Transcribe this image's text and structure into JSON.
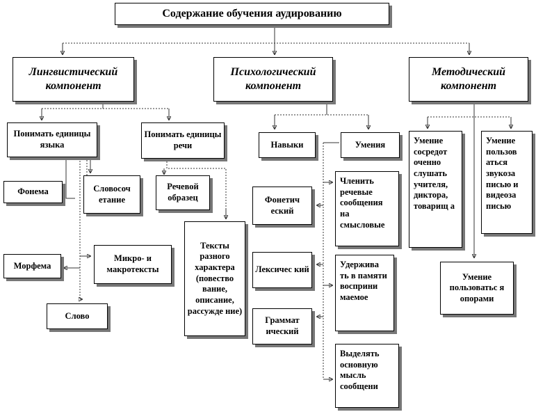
{
  "title": "Содержание обучения аудированию",
  "components": {
    "linguistic": "Лингвистический компонент",
    "psychological": "Психологический компонент",
    "methodical": "Методический компонент"
  },
  "linguistic": {
    "lang_units": "Понимать единицы языка",
    "speech_units": "Понимать единицы речи",
    "phoneme": "Фонема",
    "word_combination": "Словосоч етание",
    "speech_sample": "Речевой образец",
    "texts": "Тексты разного характера (повество вание, описание, рассужде ние)",
    "morpheme": "Морфема",
    "micro_macro": "Микро- и макротексты",
    "word": "Слово"
  },
  "psychological": {
    "skills": "Навыки",
    "abilities": "Умения",
    "phonetic": "Фонетич еский",
    "lexical": "Лексичес кий",
    "grammatical": "Граммат ический",
    "segment": "Членить речевые сообщения на смысловые",
    "retain": "Удержива ть в памяти восприни маемое",
    "main_idea": "Выделять основную мысль сообщени"
  },
  "methodical": {
    "listen_focus": "Умение сосредот оченно слушать учителя, диктора, товарищ а",
    "use_audio_video": "Умение пользов аться звукоза писью и видеоза писью",
    "use_supports": "Умение пользоватьс я опорами"
  }
}
